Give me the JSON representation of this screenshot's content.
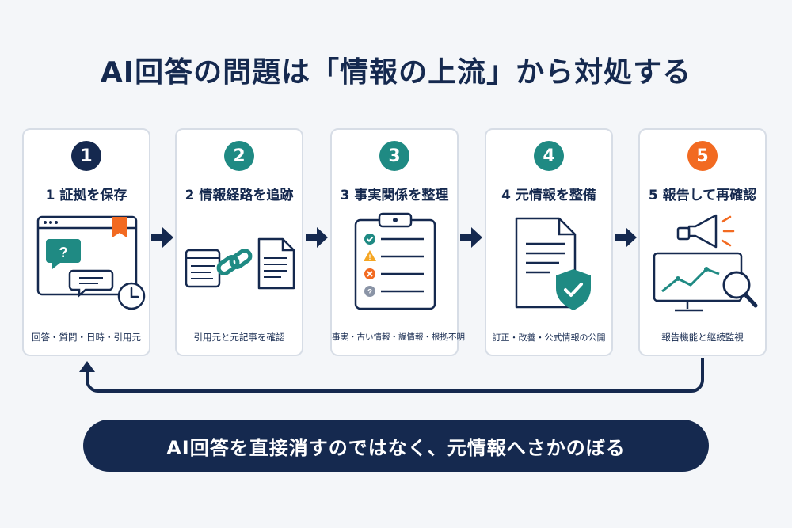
{
  "title": "AI回答の問題は「情報の上流」から対処する",
  "colors": {
    "navy": "#15294f",
    "teal": "#1f8a83",
    "orange": "#f26a21",
    "border": "#d7dde6"
  },
  "steps": [
    {
      "badge": "1",
      "heading": "1  証拠を保存",
      "caption": "回答・質問・日時・引用元",
      "icon": "chat-window-icon",
      "badge_color": "#15294f"
    },
    {
      "badge": "2",
      "heading": "2 情報経路を追跡",
      "caption": "引用元と元記事を確認",
      "icon": "document-link-icon",
      "badge_color": "#1f8a83"
    },
    {
      "badge": "3",
      "heading": "3 事実関係を整理",
      "caption": "事実・古い情報・誤情報・根拠不明",
      "icon": "clipboard-checklist-icon",
      "badge_color": "#1f8a83"
    },
    {
      "badge": "4",
      "heading": "4 元情報を整備",
      "caption": "訂正・改善・公式情報の公開",
      "icon": "document-shield-icon",
      "badge_color": "#1f8a83"
    },
    {
      "badge": "5",
      "heading": "5 報告して再確認",
      "caption": "報告機能と継続監視",
      "icon": "megaphone-monitor-icon",
      "badge_color": "#f26a21"
    }
  ],
  "banner": "AI回答を直接消すのではなく、元情報へさかのぼる"
}
